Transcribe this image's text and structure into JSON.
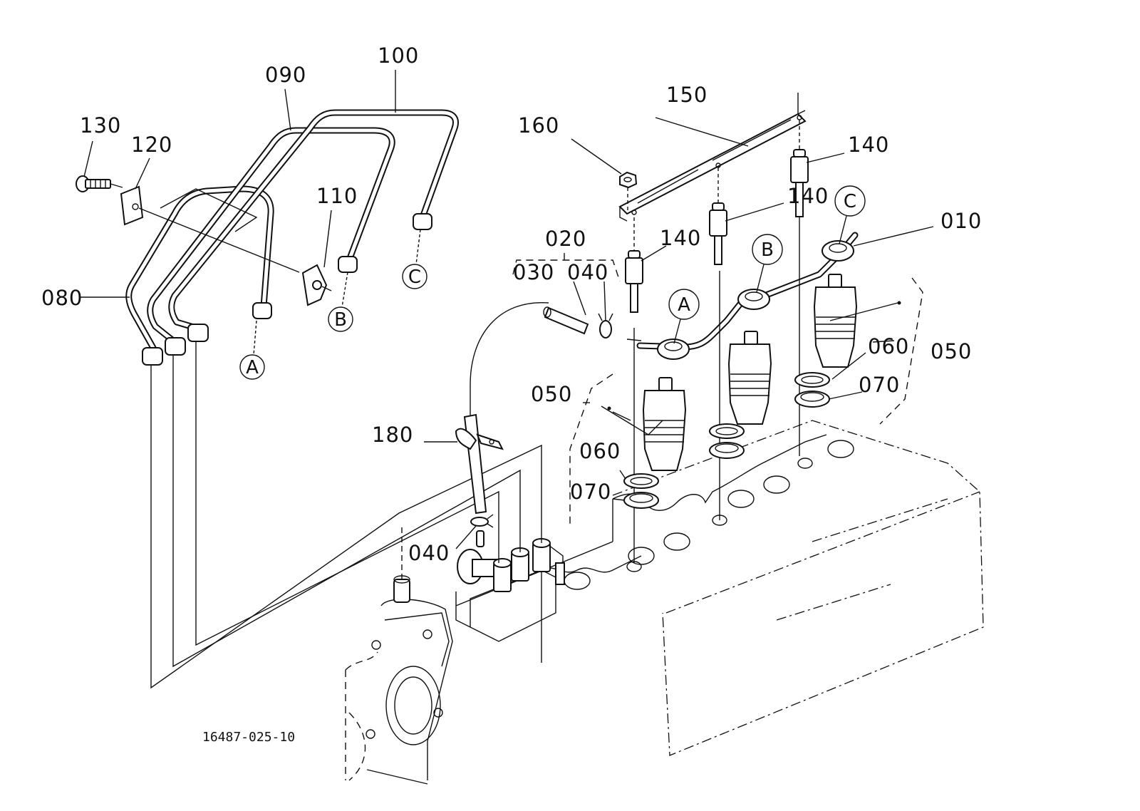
{
  "diagram": {
    "title": "Fuel injection pipes, injection nozzles and glow plugs exploded view",
    "drawing_number": "16487-025-10",
    "part_labels": {
      "p010": "010",
      "p020": "020",
      "p030": "030",
      "p040_top": "040",
      "p040_bottom": "040",
      "p050_left": "050",
      "p050_right": "050",
      "p060_left": "060",
      "p060_right": "060",
      "p070_left": "070",
      "p070_right": "070",
      "p080": "080",
      "p090": "090",
      "p100": "100",
      "p110": "110",
      "p120": "120",
      "p130": "130",
      "p140_a": "140",
      "p140_b": "140",
      "p140_c": "140",
      "p150": "150",
      "p160": "160",
      "p180": "180"
    },
    "reference_markers": {
      "left_a": "A",
      "left_b": "B",
      "left_c": "C",
      "right_a": "A",
      "right_b": "B",
      "right_c": "C"
    }
  }
}
